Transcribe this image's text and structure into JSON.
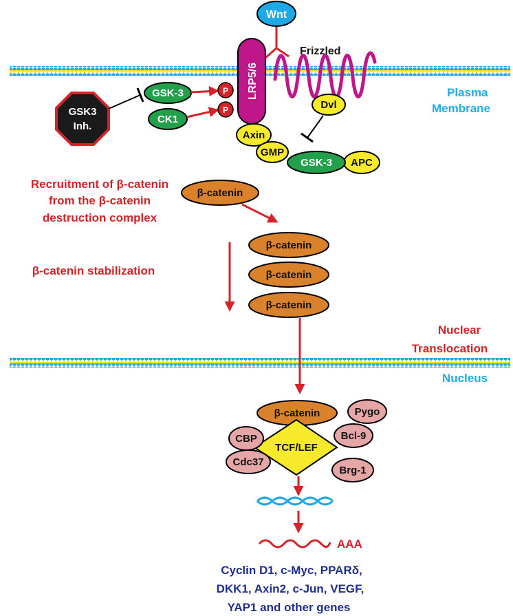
{
  "colors": {
    "membrane_blue": "#27a7df",
    "membrane_yellow": "#f3e11c",
    "catenin_orange": "#d9822b",
    "green_kinase": "#22a04b",
    "yellow_protein": "#f7ea2a",
    "pink_cofactor": "#e6a6a6",
    "magenta_lrp": "#c0168c",
    "wnt_blue": "#1ca9e6",
    "arrow_red": "#d4242a",
    "label_red": "#d4242a",
    "label_blue": "#1eaee8",
    "gene_navy": "#1f2f8f",
    "inhibitor_black": "#1a1a1a"
  },
  "ligand": {
    "wnt": "Wnt"
  },
  "receptors": {
    "lrp": "LRP5/6",
    "frizzled": "Frizzled"
  },
  "compartments": {
    "plasma_1": "Plasma",
    "plasma_2": "Membrane",
    "nucleus": "Nucleus"
  },
  "kinases": {
    "gsk3_left": "GSK-3",
    "ck1": "CK1",
    "phospho": "P"
  },
  "inhibitor": {
    "line1": "GSK3",
    "line2": "Inh."
  },
  "complex": {
    "dvl": "Dvl",
    "axin": "Axin",
    "gmp": "GMP",
    "gsk3": "GSK-3",
    "apc": "APC"
  },
  "steps": {
    "recruitment_1": "Recruitment of β-catenin",
    "recruitment_2": "from the β-catenin",
    "recruitment_3": "destruction complex",
    "stabilization": "β-catenin stabilization",
    "translocation_1": "Nuclear",
    "translocation_2": "Translocation"
  },
  "catenin": {
    "label": "β-catenin"
  },
  "nuclear_complex": {
    "tcf": "TCF/LEF",
    "pygo": "Pygo",
    "bcl9": "Bcl-9",
    "brg1": "Brg-1",
    "cbp": "CBP",
    "cdc37": "Cdc37"
  },
  "transcript": {
    "polya": "AAA"
  },
  "targets": {
    "line1": "Cyclin D1, c-Myc, PPARδ,",
    "line2": "DKK1, Axin2, c-Jun, VEGF,",
    "line3": "YAP1 and other genes"
  }
}
